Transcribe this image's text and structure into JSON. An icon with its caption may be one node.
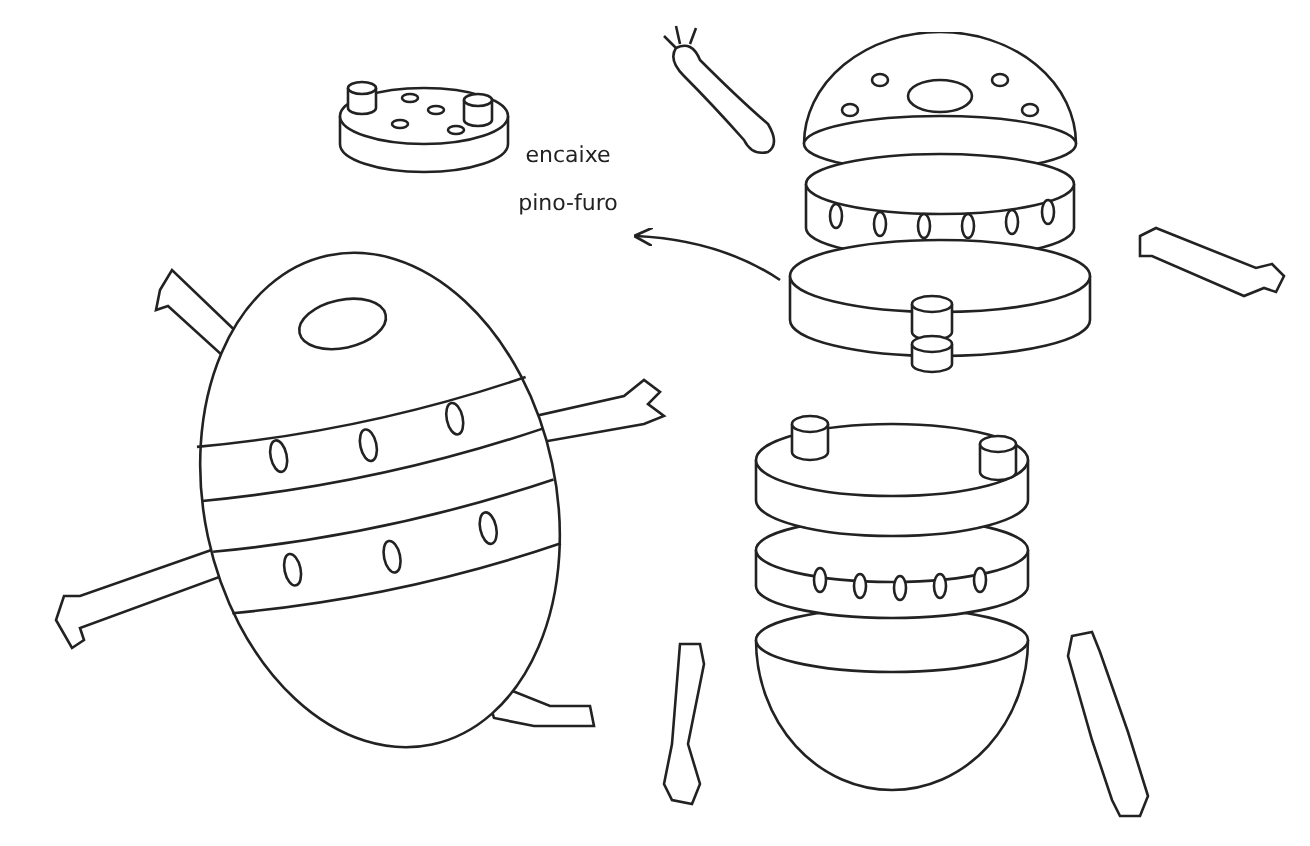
{
  "diagram": {
    "nodes": [
      {
        "text": [
          "encaixe pino-furo"
        ]
      },
      {
        "text": [],
        "shape": "picture"
      }
    ],
    "edges": [
      {
        "from": 1,
        "to": 0,
        "arrow": "to"
      }
    ]
  }
}
